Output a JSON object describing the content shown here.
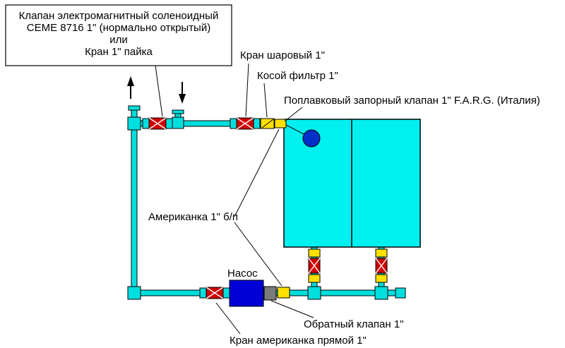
{
  "diagram": {
    "info_box": {
      "lines": [
        "Клапан электромагнитный соленоидный",
        "CEME 8716 1\" (нормально открытый)",
        "или",
        "Кран 1\" пайка"
      ]
    },
    "labels": {
      "ball_valve": "Кран шаровый 1\"",
      "oblique_filter": "Косой фильтр 1\"",
      "float_valve": "Поплавковый запорный клапан 1\" F.A.R.G. (Италия)",
      "union": "Американка 1\" б/п",
      "pump": "Насос",
      "check_valve": "Обратный клапан 1\"",
      "union_valve": "Кран американка прямой 1\""
    },
    "colors": {
      "pipe": "#00dede",
      "tank": "#00f0f0",
      "valve_red": "#d10000",
      "fitting_yellow": "#ffe000",
      "pump_blue": "#0000d6",
      "float_blue": "#0030c8",
      "check_gray": "#7a7a7a"
    }
  }
}
